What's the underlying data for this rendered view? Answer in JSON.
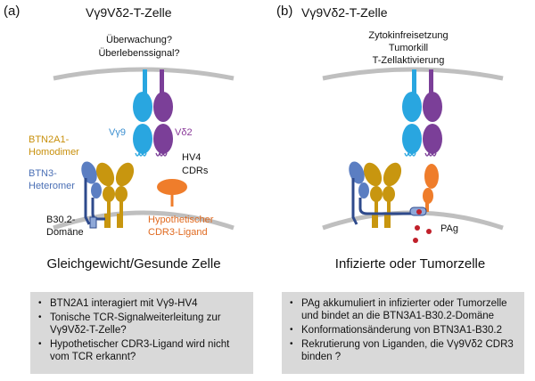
{
  "panel_a": {
    "letter": "(a)",
    "title": "Vγ9Vδ2-T-Zelle",
    "question_line1": "Überwachung?",
    "question_line2": "Überlebenssignal?",
    "label_vg9": "Vγ9",
    "label_vd2": "Vδ2",
    "label_hv4": "HV4",
    "label_cdrs": "CDRs",
    "label_btn2a1_line1": "BTN2A1-",
    "label_btn2a1_line2": "Homodimer",
    "label_btn3_line1": "BTN3-",
    "label_btn3_line2": "Heteromer",
    "label_b302_line1": "B30.2-",
    "label_b302_line2": "Domäne",
    "label_ligand_line1": "Hypothetischer",
    "label_ligand_line2": "CDR3-Ligand",
    "cell_label": "Gleichgewicht/Gesunde Zelle",
    "bullets": [
      "BTN2A1 interagiert mit Vγ9-HV4",
      "Tonische TCR-Signalweiterleitung zur Vγ9Vδ2-T-Zelle?",
      "Hypothetischer CDR3-Ligand wird nicht vom TCR erkannt?"
    ]
  },
  "panel_b": {
    "letter": "(b)",
    "title": "Vγ9Vδ2-T-Zelle",
    "effect_line1": "Zytokinfreisetzung",
    "effect_line2": "Tumorkill",
    "effect_line3": "T-Zellaktivierung",
    "label_pag": "PAg",
    "cell_label": "Infizierte oder Tumorzelle",
    "bullets": [
      "PAg akkumuliert in infizierter oder Tumorzelle und bindet an die BTN3A1-B30.2-Domäne",
      "Konformationsänderung von BTN3A1-B30.2",
      "Rekrutierung von Liganden, die Vγ9Vδ2 CDR3 binden ?"
    ]
  },
  "colors": {
    "vgamma9": "#29a6e0",
    "vdelta2": "#7b3f98",
    "btn2a1": "#c8960f",
    "btn3": "#5b7ec2",
    "ligand": "#ef7d2b",
    "pag": "#c0202a",
    "membrane": "#bfbfbf",
    "box": "#d9d9d9"
  }
}
